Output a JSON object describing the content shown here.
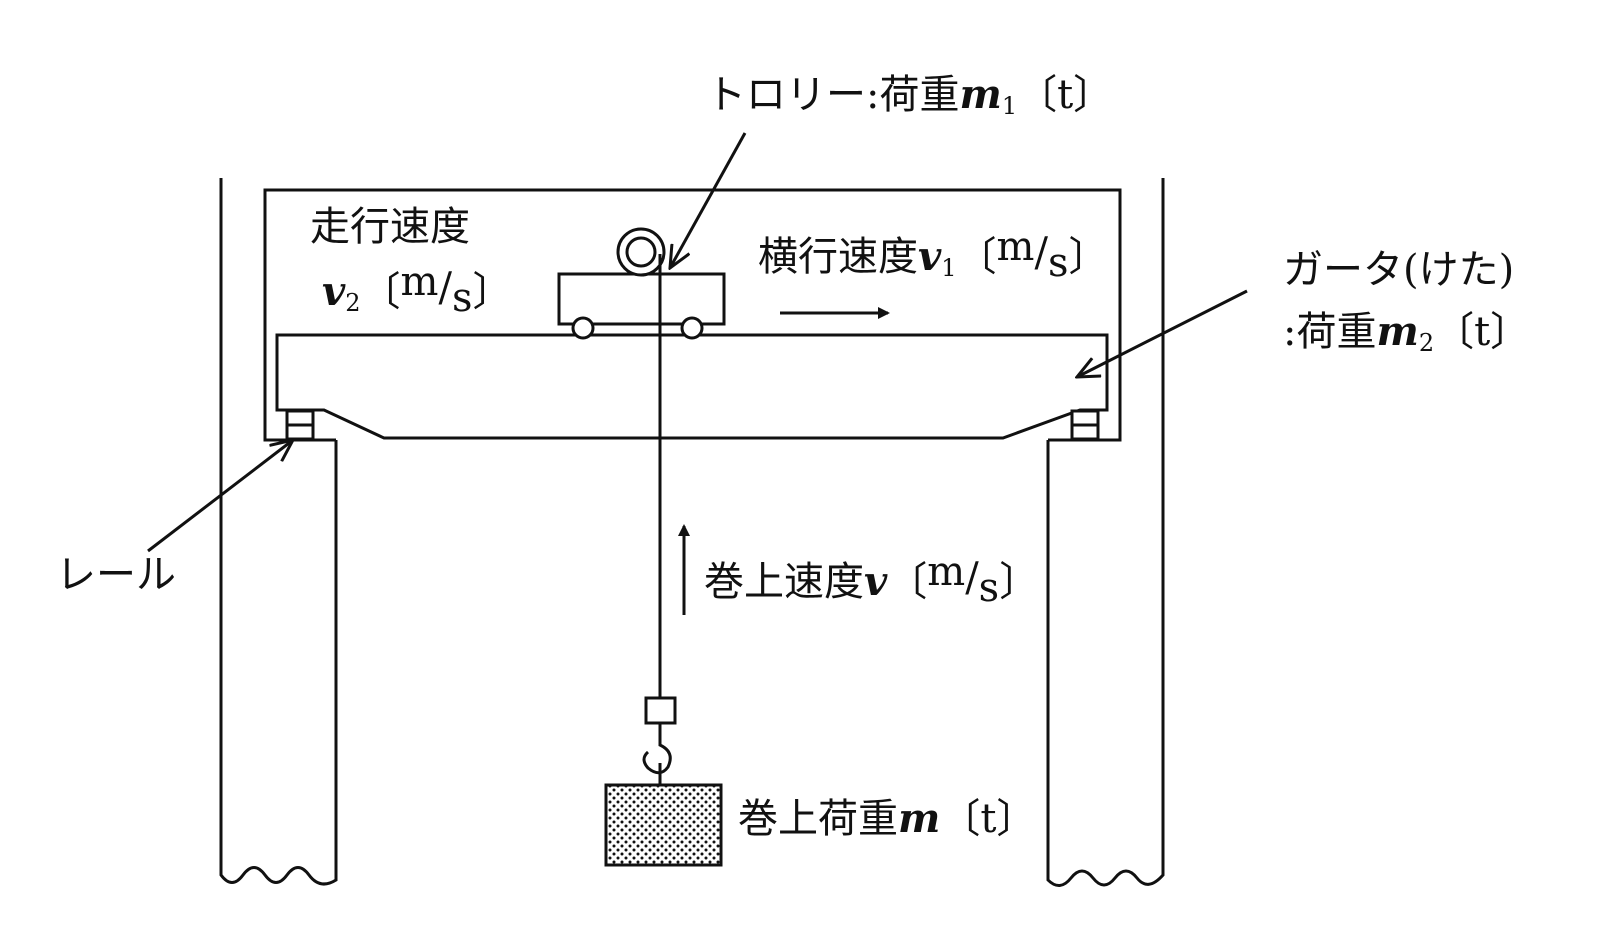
{
  "labels": {
    "trolley": {
      "text": "トロリー:荷重",
      "sym": "m",
      "sub": "1",
      "unit": "〔t〕"
    },
    "travel_speed": {
      "line1": "走行速度",
      "sym": "v",
      "sub": "2",
      "unit_open": "〔",
      "unit_num": "m",
      "unit_slash": "/",
      "unit_den": "s",
      "unit_close": "〕"
    },
    "traverse_speed": {
      "text": "横行速度",
      "sym": "v",
      "sub": "1",
      "unit_open": "〔",
      "unit_num": "m",
      "unit_slash": "/",
      "unit_den": "s",
      "unit_close": "〕"
    },
    "girder": {
      "line1": "ガータ(けた)",
      "line2": ":荷重",
      "sym": "m",
      "sub": "2",
      "unit": "〔t〕"
    },
    "rail": {
      "text": "レール"
    },
    "hoist_speed": {
      "text": "巻上速度",
      "sym": "v",
      "unit_open": "〔",
      "unit_num": "m",
      "unit_slash": "/",
      "unit_den": "s",
      "unit_close": "〕"
    },
    "hoist_load": {
      "text": "巻上荷重",
      "sym": "m",
      "unit": "〔t〕"
    }
  }
}
